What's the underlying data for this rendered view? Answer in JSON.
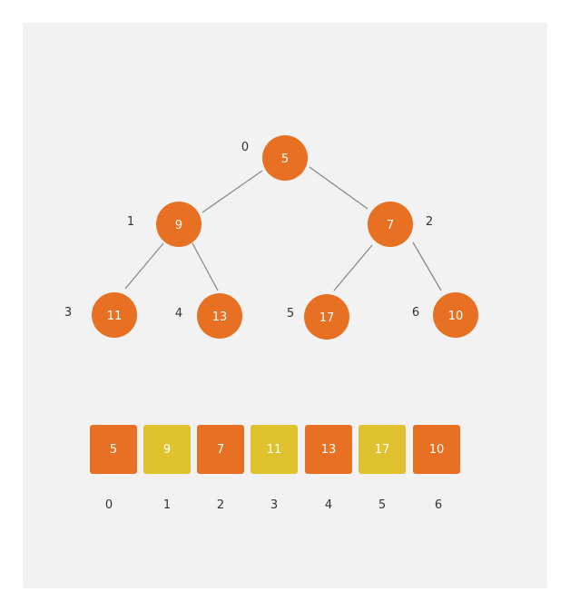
{
  "colors": {
    "node": "#e87022",
    "array_even": "#e87022",
    "array_odd": "#dfc22e",
    "edge": "#8a8a8a",
    "background": "#f2f2f2"
  },
  "tree": {
    "nodes": [
      {
        "index": "0",
        "value": "5"
      },
      {
        "index": "1",
        "value": "9"
      },
      {
        "index": "2",
        "value": "7"
      },
      {
        "index": "3",
        "value": "11"
      },
      {
        "index": "4",
        "value": "13"
      },
      {
        "index": "5",
        "value": "17"
      },
      {
        "index": "6",
        "value": "10"
      }
    ],
    "edges": [
      [
        0,
        1
      ],
      [
        0,
        2
      ],
      [
        1,
        3
      ],
      [
        1,
        4
      ],
      [
        2,
        5
      ],
      [
        2,
        6
      ]
    ]
  },
  "array": {
    "cells": [
      {
        "value": "5",
        "index": "0",
        "color": "#e87022"
      },
      {
        "value": "9",
        "index": "1",
        "color": "#dfc22e"
      },
      {
        "value": "7",
        "index": "2",
        "color": "#e87022"
      },
      {
        "value": "11",
        "index": "3",
        "color": "#dfc22e"
      },
      {
        "value": "13",
        "index": "4",
        "color": "#e87022"
      },
      {
        "value": "17",
        "index": "5",
        "color": "#dfc22e"
      },
      {
        "value": "10",
        "index": "6",
        "color": "#e87022"
      }
    ]
  }
}
